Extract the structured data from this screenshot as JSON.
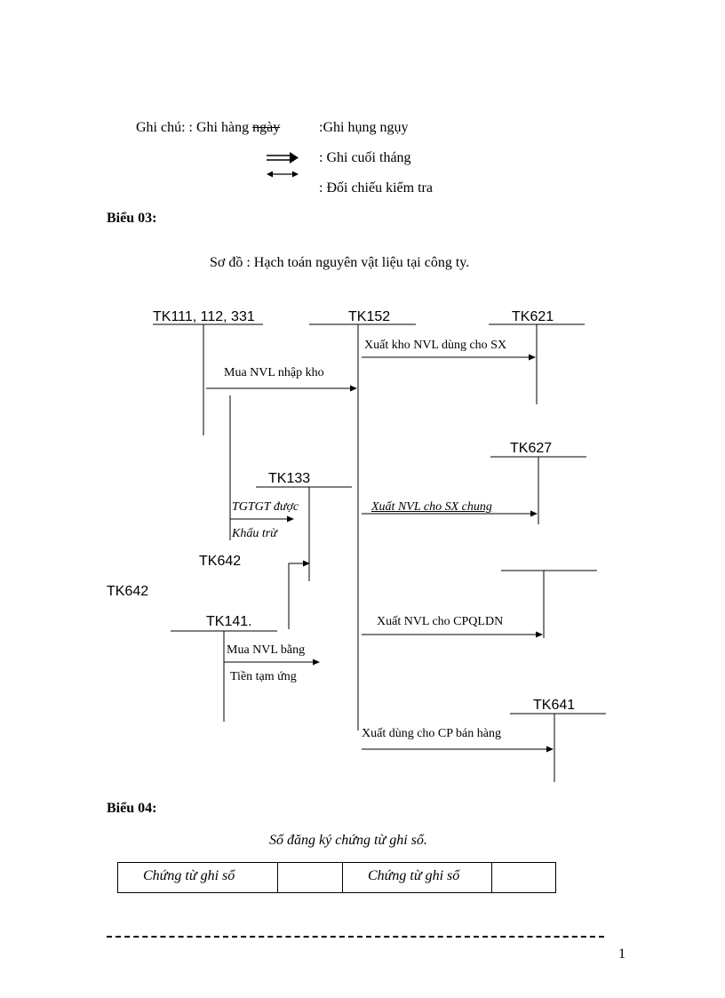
{
  "legend": {
    "label": "Ghi chú: : Ghi hàng ngày",
    "struck_word": "ngày",
    "prefix": "Ghi chú: : Ghi hàng ",
    "daily_text": ":Ghi hụng ngụy",
    "month_end": ": Ghi cuối tháng",
    "reconcile": ": Đối chiếu kiểm tra"
  },
  "section_03": {
    "heading": "Biểu 03:",
    "title": "Sơ đồ : Hạch toán nguyên vật liệu tại công ty."
  },
  "diagram": {
    "accounts": {
      "tk111": "TK111, 112, 331",
      "tk152": "TK152",
      "tk621": "TK621",
      "tk627": "TK627",
      "tk133": "TK133",
      "tk642_inner": "TK642",
      "tk642_outer": "TK642",
      "tk141": "TK141.",
      "tk641": "TK641"
    },
    "labels": {
      "xuat_sx": "Xuất kho NVL dùng cho SX",
      "mua_nhap": "Mua NVL nhập kho",
      "xuat_sxc": "Xuất NVL cho SX chung",
      "tgtgt": "TGTGT được",
      "khau_tru": "Khấu trừ",
      "xuat_qldn": "Xuất NVL cho CPQLDN",
      "mua_bang": "Mua NVL bằng",
      "tien_tam_ung": "Tiền tạm ứng",
      "xuat_ban_hang": "Xuất dùng cho CP bán hàng"
    }
  },
  "section_04": {
    "heading": "Biểu 04:",
    "title": "Sổ đăng ký chứng từ ghi sổ.",
    "table_cells": [
      "Chứng từ ghi sổ",
      "",
      "Chứng từ ghi sổ",
      ""
    ]
  },
  "footer": {
    "page_number": "1"
  }
}
